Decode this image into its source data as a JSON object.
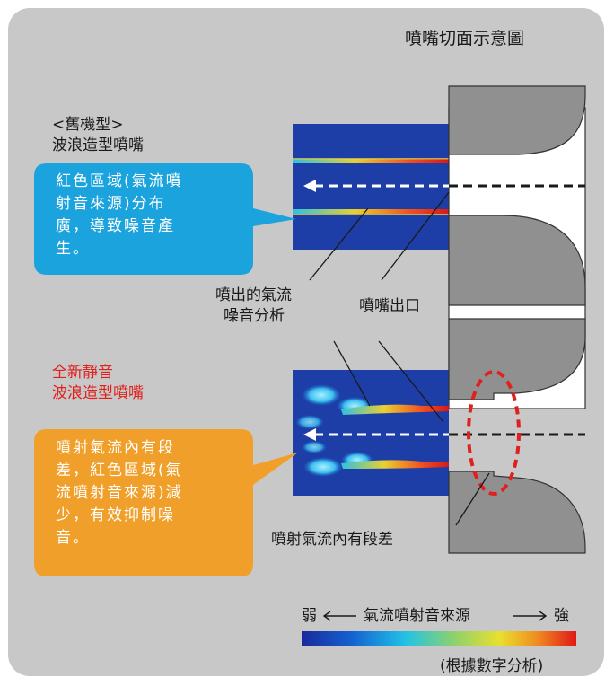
{
  "title": "噴嘴切面示意圖",
  "old_model": {
    "tag": "<舊機型>",
    "name": "波浪造型噴嘴",
    "bubble_lines": [
      "紅色區域(氣流噴",
      "射音來源)分布",
      "廣，導致噪音產",
      "生。"
    ]
  },
  "new_model": {
    "name_line1": "全新靜音",
    "name_line2": "波浪造型噴嘴",
    "bubble_lines": [
      "噴射氣流內有段",
      "差，紅色區域(氣",
      "流噴射音來源)減",
      "少，有效抑制噪",
      "音。"
    ]
  },
  "labels": {
    "airflow_line1": "噴出的氣流",
    "airflow_line2": "噪音分析",
    "nozzle_outlet": "噴嘴出口",
    "step": "噴射氣流內有段差"
  },
  "legend": {
    "weak": "弱",
    "title": "氣流噴射音來源",
    "strong": "強",
    "note": "(根據數字分析)"
  },
  "colors": {
    "panel": "#c8c8c8",
    "blue_bubble": "#1aa3dc",
    "orange_bubble": "#f0a02a",
    "sim_blue": "#1c3ea6",
    "nozzle_gray": "#909090",
    "red_accent": "#e0201c"
  }
}
